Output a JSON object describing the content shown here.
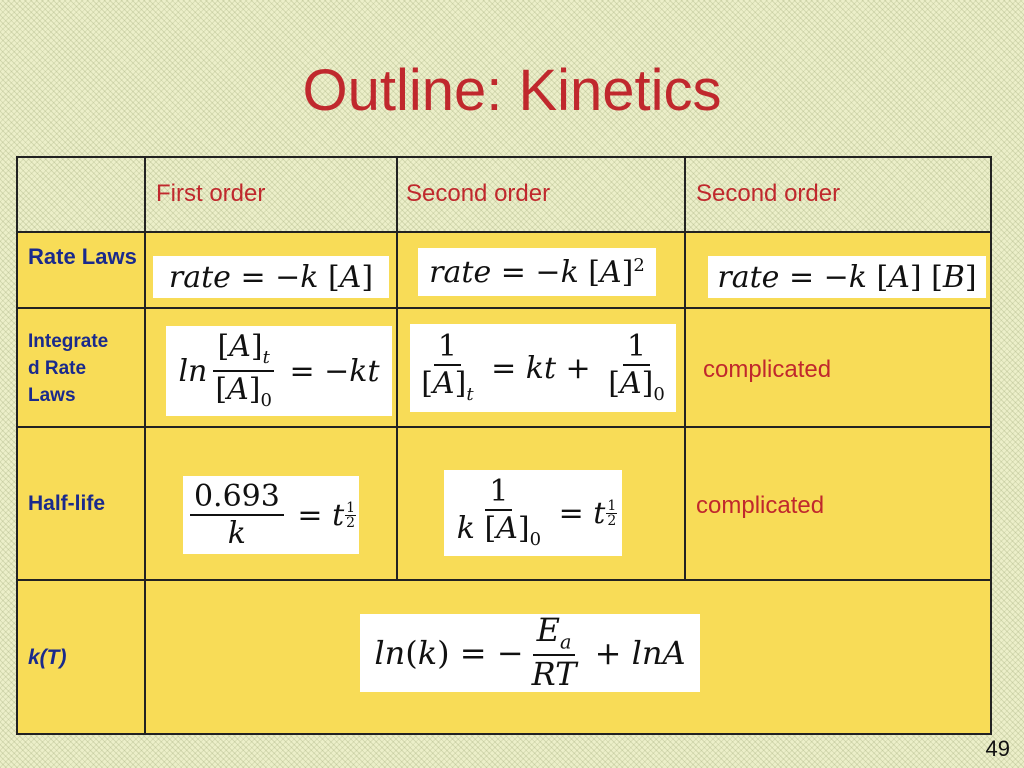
{
  "slide": {
    "title": "Outline: Kinetics",
    "page_number": "49"
  },
  "table": {
    "columns": [
      "",
      "First order",
      "Second order",
      "Second order"
    ],
    "rows": [
      {
        "label": "Rate Laws",
        "first": "rate = −k [A]",
        "second": "rate = −k [A]^2",
        "second_b": "rate = −k [A] [B]"
      },
      {
        "label": "Integrated Rate Laws",
        "label_lines": [
          "Integrate",
          "d Rate",
          "Laws"
        ],
        "first": "ln [A]_t / [A]_0 = −kt",
        "second": "1/[A]_t = kt + 1/[A]_0",
        "second_b": "complicated"
      },
      {
        "label": "Half-life",
        "first": "0.693 / k = t_1/2",
        "second": "1 / k [A]_0 = t_1/2",
        "second_b": "complicated"
      },
      {
        "label": "k(T)",
        "merged": "ln(k) = −E_a / RT + lnA"
      }
    ]
  },
  "colors": {
    "accent_red": "#c0282d",
    "label_blue": "#1a2a8c",
    "cell_yellow": "#f8dc57"
  }
}
